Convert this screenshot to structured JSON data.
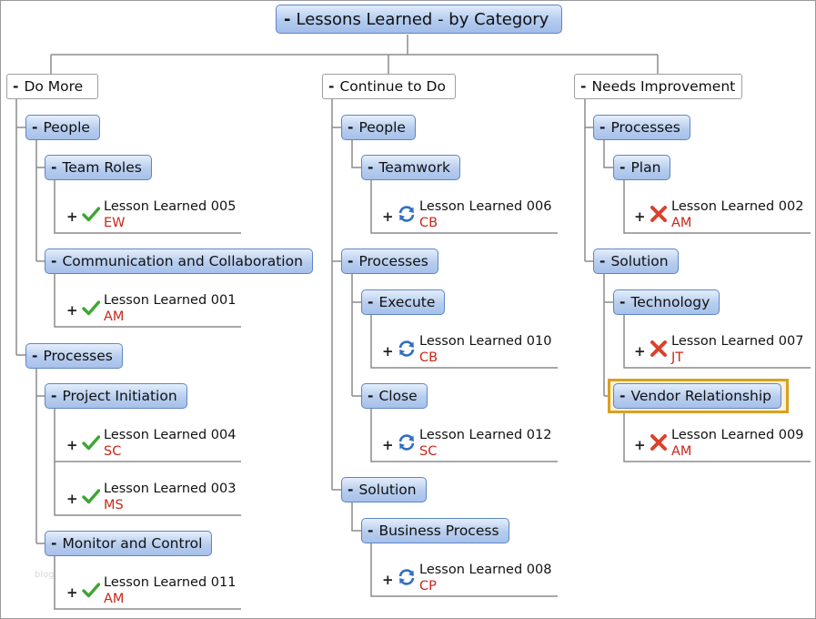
{
  "title": "Lessons Learned - by Category",
  "collapse_glyph": "-",
  "expand_glyph": "+",
  "watermark": "blog",
  "status_colors": {
    "done": "#3fa535",
    "in_progress": "#2f6fc0",
    "failed": "#d9422c"
  },
  "categories": {
    "do_more": {
      "label": "Do More",
      "people": {
        "label": "People",
        "team_roles": {
          "label": "Team Roles",
          "lesson": {
            "title": "Lesson Learned 005",
            "owner": "EW",
            "status": "check-icon"
          }
        },
        "communication": {
          "label": "Communication and Collaboration",
          "lesson": {
            "title": "Lesson Learned 001",
            "owner": "AM",
            "status": "check-icon"
          }
        }
      },
      "processes": {
        "label": "Processes",
        "project_initiation": {
          "label": "Project Initiation",
          "lessons": [
            {
              "title": "Lesson Learned 004",
              "owner": "SC",
              "status": "check-icon"
            },
            {
              "title": "Lesson Learned 003",
              "owner": "MS",
              "status": "check-icon"
            }
          ]
        },
        "monitor_control": {
          "label": "Monitor and Control",
          "lesson": {
            "title": "Lesson Learned 011",
            "owner": "AM",
            "status": "check-icon"
          }
        }
      }
    },
    "continue": {
      "label": "Continue to Do",
      "people": {
        "label": "People",
        "teamwork": {
          "label": "Teamwork",
          "lesson": {
            "title": "Lesson Learned 006",
            "owner": "CB",
            "status": "refresh-icon"
          }
        }
      },
      "processes": {
        "label": "Processes",
        "execute": {
          "label": "Execute",
          "lesson": {
            "title": "Lesson Learned 010",
            "owner": "CB",
            "status": "refresh-icon"
          }
        },
        "close": {
          "label": "Close",
          "lesson": {
            "title": "Lesson Learned 012",
            "owner": "SC",
            "status": "refresh-icon"
          }
        }
      },
      "solution": {
        "label": "Solution",
        "business_process": {
          "label": "Business Process",
          "lesson": {
            "title": "Lesson Learned 008",
            "owner": "CP",
            "status": "refresh-icon"
          }
        }
      }
    },
    "improve": {
      "label": "Needs Improvement",
      "processes": {
        "label": "Processes",
        "plan": {
          "label": "Plan",
          "lesson": {
            "title": "Lesson Learned 002",
            "owner": "AM",
            "status": "cross-icon"
          }
        }
      },
      "solution": {
        "label": "Solution",
        "technology": {
          "label": "Technology",
          "lesson": {
            "title": "Lesson Learned 007",
            "owner": "JT",
            "status": "cross-icon"
          }
        },
        "vendor": {
          "label": "Vendor Relationship",
          "selected": true,
          "lesson": {
            "title": "Lesson Learned 009",
            "owner": "AM",
            "status": "cross-icon"
          }
        }
      }
    }
  }
}
